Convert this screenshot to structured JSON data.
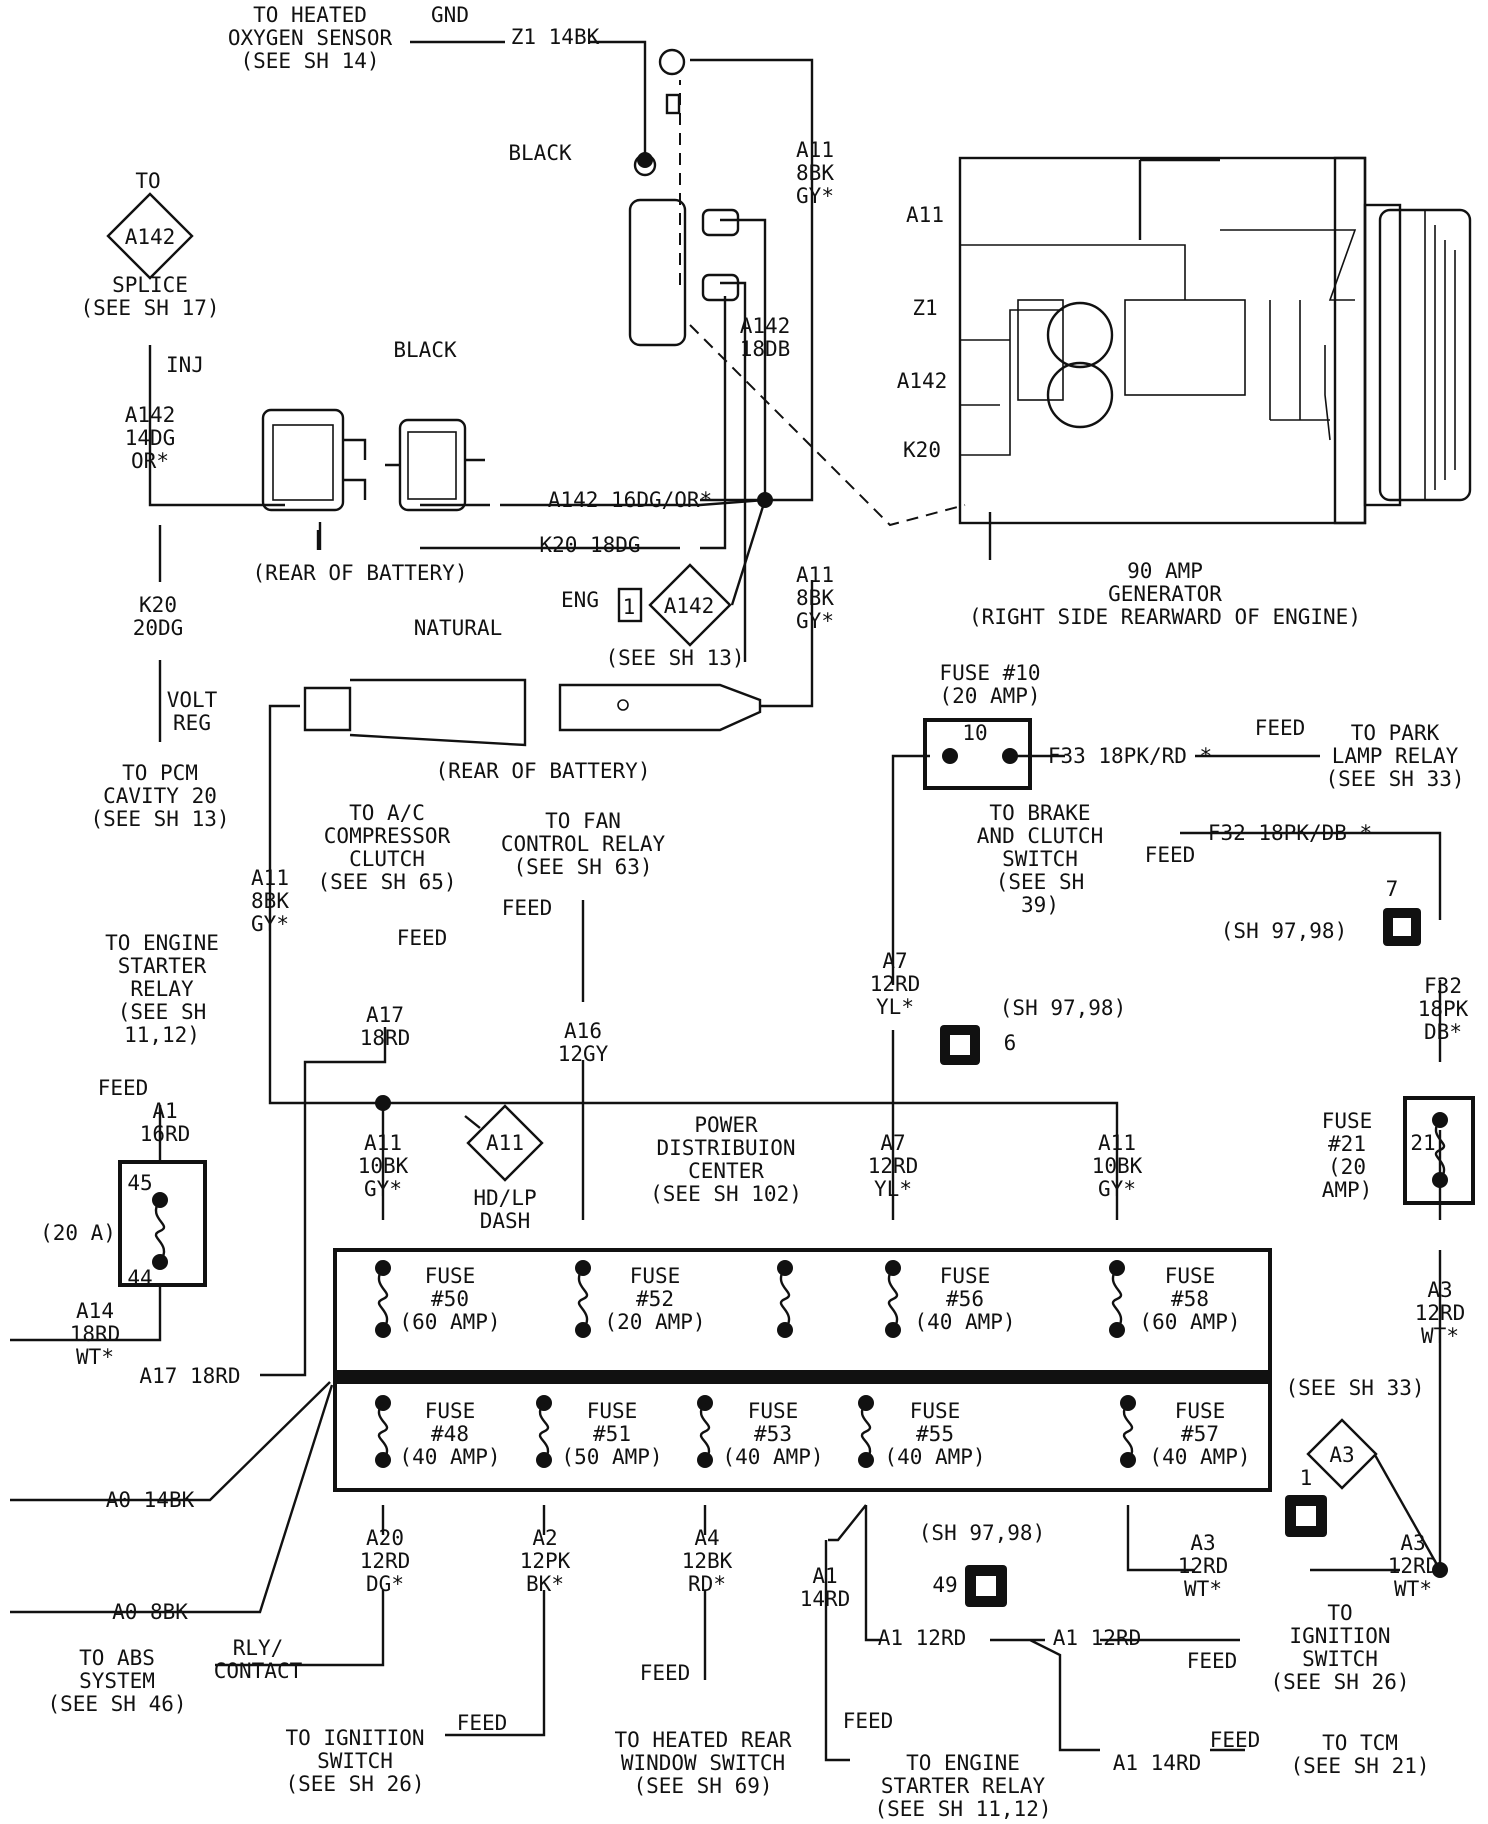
{
  "colors": {
    "ink": "#111111",
    "paper": "#ffffff"
  },
  "icons": [
    "ground-icon",
    "splice-dot-icon",
    "connector-icon",
    "diode-icon",
    "coil-icon",
    "fuse-icon",
    "eyelet-terminal-icon",
    "cavity-icon"
  ],
  "labels": [
    {
      "id": "heated-o2-sensor",
      "lines": [
        "TO HEATED",
        "OXYGEN SENSOR",
        "(SEE SH 14)"
      ]
    },
    {
      "id": "gnd",
      "lines": [
        "GND"
      ]
    },
    {
      "id": "z1-14bk",
      "lines": [
        "Z1 14BK"
      ]
    },
    {
      "id": "black-top",
      "lines": [
        "BLACK"
      ]
    },
    {
      "id": "a11-8bk-gy-top",
      "lines": [
        "A11",
        "8BK",
        "GY*"
      ]
    },
    {
      "id": "to-a142",
      "lines": [
        "TO"
      ]
    },
    {
      "id": "a142-splice-diamond",
      "lines": [
        "A142"
      ]
    },
    {
      "id": "splice-sh17",
      "lines": [
        "SPLICE",
        "(SEE SH 17)"
      ]
    },
    {
      "id": "black-battery",
      "lines": [
        "BLACK"
      ]
    },
    {
      "id": "inj",
      "lines": [
        "INJ"
      ]
    },
    {
      "id": "a142-14dg",
      "lines": [
        "A142",
        "14DG",
        "OR*"
      ]
    },
    {
      "id": "a142-18db",
      "lines": [
        "A142",
        "18DB"
      ]
    },
    {
      "id": "a142-16dg",
      "lines": [
        "A142 16DG/OR*"
      ]
    },
    {
      "id": "k20-18dg",
      "lines": [
        "K20 18DG"
      ]
    },
    {
      "id": "rear-battery-1",
      "lines": [
        "(REAR OF BATTERY)"
      ]
    },
    {
      "id": "k20-20dg",
      "lines": [
        "K20",
        "20DG"
      ]
    },
    {
      "id": "eng",
      "lines": [
        "ENG"
      ]
    },
    {
      "id": "eng-1",
      "lines": [
        "1"
      ]
    },
    {
      "id": "a142-sh13-diamond",
      "lines": [
        "A142"
      ]
    },
    {
      "id": "see-sh13",
      "lines": [
        "(SEE SH 13)"
      ]
    },
    {
      "id": "a11-8bk-gy-mid",
      "lines": [
        "A11",
        "8BK",
        "GY*"
      ]
    },
    {
      "id": "natural",
      "lines": [
        "NATURAL"
      ]
    },
    {
      "id": "volt-reg",
      "lines": [
        "VOLT",
        "REG"
      ]
    },
    {
      "id": "rear-battery-2",
      "lines": [
        "(REAR OF BATTERY)"
      ]
    },
    {
      "id": "to-pcm",
      "lines": [
        "TO PCM",
        "CAVITY 20",
        "(SEE SH 13)"
      ]
    },
    {
      "id": "gen-a11",
      "lines": [
        "A11"
      ]
    },
    {
      "id": "gen-z1",
      "lines": [
        "Z1"
      ]
    },
    {
      "id": "gen-a142",
      "lines": [
        "A142"
      ]
    },
    {
      "id": "gen-k20",
      "lines": [
        "K20"
      ]
    },
    {
      "id": "generator",
      "lines": [
        "90 AMP",
        "GENERATOR",
        "(RIGHT SIDE REARWARD OF ENGINE)"
      ]
    },
    {
      "id": "fuse10-title",
      "lines": [
        "FUSE #10",
        "(20 AMP)"
      ]
    },
    {
      "id": "fuse10-num",
      "lines": [
        "10"
      ]
    },
    {
      "id": "f33",
      "lines": [
        "F33 18PK/RD *"
      ]
    },
    {
      "id": "feed-park",
      "lines": [
        "FEED"
      ]
    },
    {
      "id": "to-park-lamp",
      "lines": [
        "TO PARK",
        "LAMP RELAY",
        "(SEE SH 33)"
      ]
    },
    {
      "id": "to-brake-clutch",
      "lines": [
        "TO BRAKE",
        "AND CLUTCH",
        "SWITCH",
        "(SEE SH",
        "39)"
      ]
    },
    {
      "id": "feed-brake",
      "lines": [
        "FEED"
      ]
    },
    {
      "id": "f32-top",
      "lines": [
        "F32 18PK/DB *"
      ]
    },
    {
      "id": "cav7",
      "lines": [
        "7"
      ]
    },
    {
      "id": "sh97-98-a",
      "lines": [
        "(SH 97,98)"
      ]
    },
    {
      "id": "f32-18pk",
      "lines": [
        "F32",
        "18PK",
        "DB*"
      ]
    },
    {
      "id": "to-ac",
      "lines": [
        "TO A/C",
        "COMPRESSOR",
        "CLUTCH",
        "(SEE SH 65)"
      ]
    },
    {
      "id": "to-fan",
      "lines": [
        "TO FAN",
        "CONTROL RELAY",
        "(SEE SH 63)"
      ]
    },
    {
      "id": "feed-fan",
      "lines": [
        "FEED"
      ]
    },
    {
      "id": "feed-ac",
      "lines": [
        "FEED"
      ]
    },
    {
      "id": "a11-8bk-gy-left",
      "lines": [
        "A11",
        "8BK",
        "GY*"
      ]
    },
    {
      "id": "a7-12rd-top",
      "lines": [
        "A7",
        "12RD",
        "YL*"
      ]
    },
    {
      "id": "sh97-98-b",
      "lines": [
        "(SH 97,98)"
      ]
    },
    {
      "id": "cav6",
      "lines": [
        "6"
      ]
    },
    {
      "id": "to-starter-left",
      "lines": [
        "TO ENGINE",
        "STARTER",
        "RELAY",
        "(SEE SH",
        "11,12)"
      ]
    },
    {
      "id": "feed-starter-left",
      "lines": [
        "FEED"
      ]
    },
    {
      "id": "a1-16rd",
      "lines": [
        "A1",
        "16RD"
      ]
    },
    {
      "id": "a17-18rd-mid",
      "lines": [
        "A17",
        "18RD"
      ]
    },
    {
      "id": "a16-12gy",
      "lines": [
        "A16",
        "12GY"
      ]
    },
    {
      "id": "fuse21",
      "lines": [
        "FUSE",
        "#21",
        "(20",
        "AMP)"
      ]
    },
    {
      "id": "fuse21-num",
      "lines": [
        "21"
      ]
    },
    {
      "id": "fuse-45",
      "lines": [
        "45"
      ]
    },
    {
      "id": "fuse-44",
      "lines": [
        "44"
      ]
    },
    {
      "id": "fuse-20a",
      "lines": [
        "(20 A)"
      ]
    },
    {
      "id": "a11-10bk-left",
      "lines": [
        "A11",
        "10BK",
        "GY*"
      ]
    },
    {
      "id": "a11-diamond",
      "lines": [
        "A11"
      ]
    },
    {
      "id": "hd-lp-dash",
      "lines": [
        "HD/LP",
        "DASH"
      ]
    },
    {
      "id": "pdc",
      "lines": [
        "POWER",
        "DISTRIBUION",
        "CENTER",
        "(SEE SH 102)"
      ]
    },
    {
      "id": "a7-12rd-bot",
      "lines": [
        "A7",
        "12RD",
        "YL*"
      ]
    },
    {
      "id": "a11-10bk-right",
      "lines": [
        "A11",
        "10BK",
        "GY*"
      ]
    },
    {
      "id": "a3-12rd-right",
      "lines": [
        "A3",
        "12RD",
        "WT*"
      ]
    },
    {
      "id": "a14",
      "lines": [
        "A14",
        "18RD",
        "WT*"
      ]
    },
    {
      "id": "a17-18rd-bot",
      "lines": [
        "A17 18RD"
      ]
    },
    {
      "id": "fuse50",
      "lines": [
        "FUSE",
        "#50",
        "(60 AMP)"
      ]
    },
    {
      "id": "fuse52",
      "lines": [
        "FUSE",
        "#52",
        "(20 AMP)"
      ]
    },
    {
      "id": "fuse56",
      "lines": [
        "FUSE",
        "#56",
        "(40 AMP)"
      ]
    },
    {
      "id": "fuse58",
      "lines": [
        "FUSE",
        "#58",
        "(60 AMP)"
      ]
    },
    {
      "id": "fuse48",
      "lines": [
        "FUSE",
        "#48",
        "(40 AMP)"
      ]
    },
    {
      "id": "fuse51",
      "lines": [
        "FUSE",
        "#51",
        "(50 AMP)"
      ]
    },
    {
      "id": "fuse53",
      "lines": [
        "FUSE",
        "#53",
        "(40 AMP)"
      ]
    },
    {
      "id": "fuse55",
      "lines": [
        "FUSE",
        "#55",
        "(40 AMP)"
      ]
    },
    {
      "id": "fuse57",
      "lines": [
        "FUSE",
        "#57",
        "(40 AMP)"
      ]
    },
    {
      "id": "see-sh33",
      "lines": [
        "(SEE SH 33)"
      ]
    },
    {
      "id": "a3-diamond",
      "lines": [
        "A3"
      ]
    },
    {
      "id": "cav1",
      "lines": [
        "1"
      ]
    },
    {
      "id": "a0-14bk",
      "lines": [
        "A0 14BK"
      ]
    },
    {
      "id": "a0-8bk",
      "lines": [
        "A0 8BK"
      ]
    },
    {
      "id": "a20",
      "lines": [
        "A20",
        "12RD",
        "DG*"
      ]
    },
    {
      "id": "a2",
      "lines": [
        "A2",
        "12PK",
        "BK*"
      ]
    },
    {
      "id": "a4",
      "lines": [
        "A4",
        "12BK",
        "RD*"
      ]
    },
    {
      "id": "a1-14rd-vert",
      "lines": [
        "A1",
        "14RD"
      ]
    },
    {
      "id": "sh97-98-c",
      "lines": [
        "(SH 97,98)"
      ]
    },
    {
      "id": "cav49",
      "lines": [
        "49"
      ]
    },
    {
      "id": "a3-12rd-bot",
      "lines": [
        "A3",
        "12RD",
        "WT*"
      ]
    },
    {
      "id": "a3-12rd-bot2",
      "lines": [
        "A3",
        "12RD",
        "WT*"
      ]
    },
    {
      "id": "to-ign-right",
      "lines": [
        "TO",
        "IGNITION",
        "SWITCH",
        "(SEE SH 26)"
      ]
    },
    {
      "id": "a1-12rd-a",
      "lines": [
        "A1 12RD"
      ]
    },
    {
      "id": "a1-12rd-b",
      "lines": [
        "A1 12RD"
      ]
    },
    {
      "id": "feed-ign-right",
      "lines": [
        "FEED"
      ]
    },
    {
      "id": "to-abs",
      "lines": [
        "TO ABS",
        "SYSTEM",
        "(SEE SH 46)"
      ]
    },
    {
      "id": "rly-contact",
      "lines": [
        "RLY/",
        "CONTACT"
      ]
    },
    {
      "id": "feed-heated",
      "lines": [
        "FEED"
      ]
    },
    {
      "id": "to-ign-left",
      "lines": [
        "TO IGNITION",
        "SWITCH",
        "(SEE SH 26)"
      ]
    },
    {
      "id": "feed-ign-left",
      "lines": [
        "FEED"
      ]
    },
    {
      "id": "to-heated-rear",
      "lines": [
        "TO HEATED REAR",
        "WINDOW SWITCH",
        "(SEE SH 69)"
      ]
    },
    {
      "id": "feed-starter-bot",
      "lines": [
        "FEED"
      ]
    },
    {
      "id": "to-starter-bot",
      "lines": [
        "TO ENGINE",
        "STARTER RELAY",
        "(SEE SH 11,12)"
      ]
    },
    {
      "id": "a1-14rd-h",
      "lines": [
        "A1 14RD"
      ]
    },
    {
      "id": "feed-tcm",
      "lines": [
        "FEED"
      ]
    },
    {
      "id": "to-tcm",
      "lines": [
        "TO TCM",
        "(SEE SH 21)"
      ]
    }
  ]
}
